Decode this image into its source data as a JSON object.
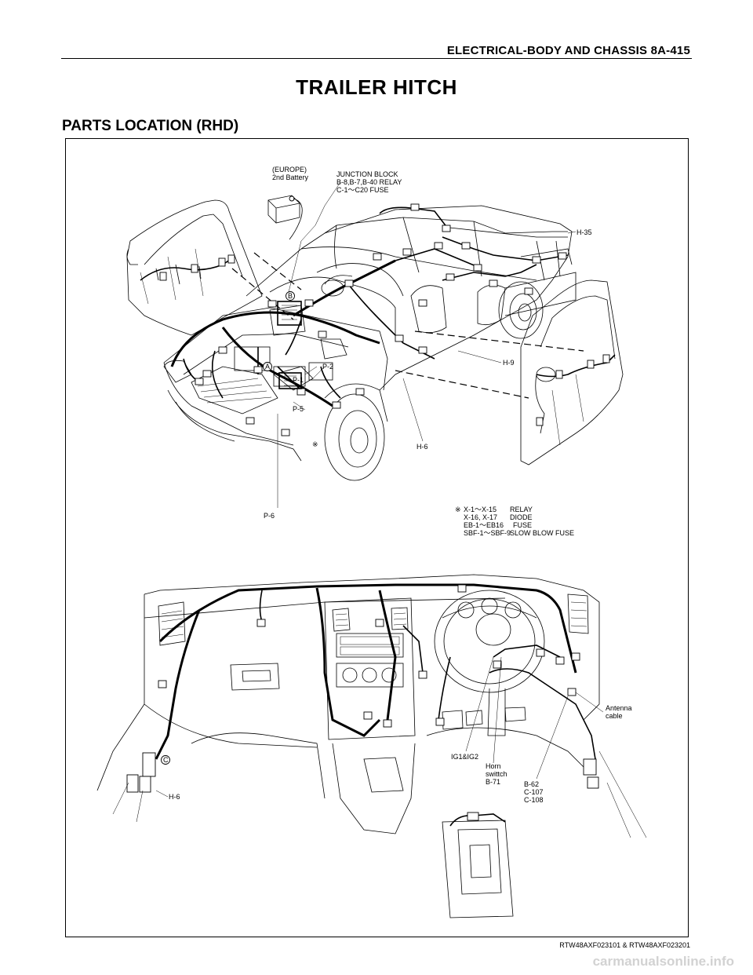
{
  "header": {
    "section": "ELECTRICAL-BODY AND CHASSIS  8A-415"
  },
  "page_title": "TRAILER HITCH",
  "section_title": "PARTS LOCATION (RHD)",
  "labels": {
    "europe": "(EUROPE)",
    "second_battery": "2nd Battery",
    "junction_block": "JUNCTION BLOCK",
    "relays": "B-8,B-7,B-40 RELAY",
    "fuses": "C-1～C20 FUSE",
    "h35": "H-35",
    "h9": "H-9",
    "h6_top": "H-6",
    "p1": "P-1",
    "p2": "P-2",
    "p5": "P-5",
    "p6": "P-6",
    "a": "A",
    "b": "B",
    "c": "C",
    "antenna_1": "Antenna",
    "antenna_2": "cable",
    "ig": "IG1&IG2",
    "horn_1": "Horn",
    "horn_2": "swittch",
    "horn_3": "B-71",
    "b62": "B-62",
    "c107": "C-107",
    "c108": "C-108",
    "h6_bottom": "H-6"
  },
  "legend": [
    {
      "mark": "※",
      "code": "X-1～X-15",
      "desc": "RELAY"
    },
    {
      "mark": "",
      "code": "X-16, X-17",
      "desc": "DIODE"
    },
    {
      "mark": "",
      "code": "EB-1～EB16",
      "desc": "FUSE"
    },
    {
      "mark": "",
      "code": "SBF-1～SBF-9",
      "desc": "SLOW BLOW FUSE"
    }
  ],
  "caption": "RTW48AXF023101 & RTW48AXF023201",
  "watermark": "carmanualsonline.info"
}
